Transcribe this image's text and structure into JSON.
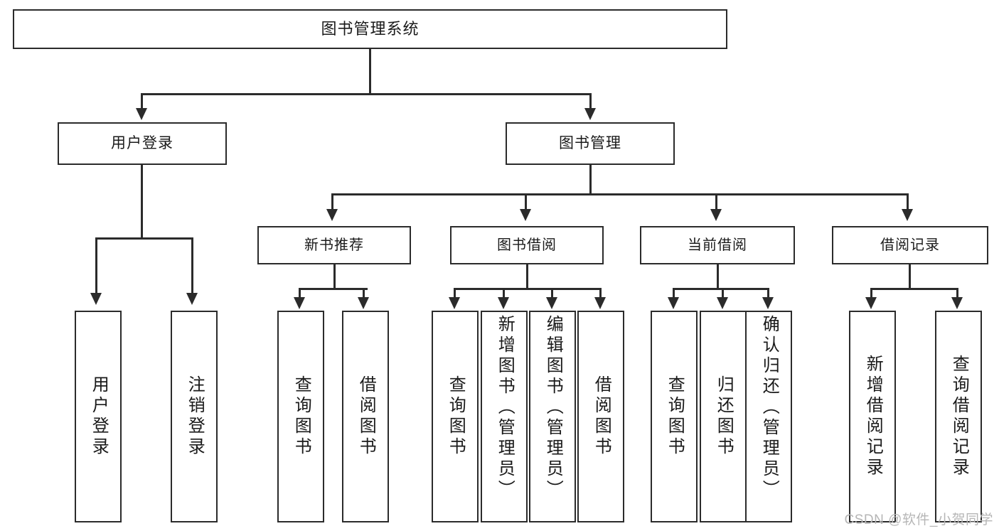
{
  "diagram": {
    "title": "图书管理系统",
    "type": "tree",
    "root": {
      "id": "root",
      "label": "图书管理系统"
    },
    "level2": [
      {
        "id": "user-login",
        "label": "用户登录"
      },
      {
        "id": "book-manage",
        "label": "图书管理"
      }
    ],
    "level3": [
      {
        "id": "new-book-recommend",
        "label": "新书推荐"
      },
      {
        "id": "book-borrow",
        "label": "图书借阅"
      },
      {
        "id": "current-borrow",
        "label": "当前借阅"
      },
      {
        "id": "borrow-record",
        "label": "借阅记录"
      }
    ],
    "leaves": {
      "user_login": [
        {
          "id": "leaf-user-login",
          "label": "用户登录"
        },
        {
          "id": "leaf-logout",
          "label": "注销登录"
        }
      ],
      "new_book_recommend": [
        {
          "id": "leaf-query-book-1",
          "label": "查询图书"
        },
        {
          "id": "leaf-borrow-book-1",
          "label": "借阅图书"
        }
      ],
      "book_borrow": [
        {
          "id": "leaf-query-book-2",
          "label": "查询图书"
        },
        {
          "id": "leaf-add-book",
          "label": "新增图书（管理员）"
        },
        {
          "id": "leaf-edit-book",
          "label": "编辑图书（管理员）"
        },
        {
          "id": "leaf-borrow-book-2",
          "label": "借阅图书"
        }
      ],
      "current_borrow": [
        {
          "id": "leaf-query-book-3",
          "label": "查询图书"
        },
        {
          "id": "leaf-return-book",
          "label": "归还图书"
        },
        {
          "id": "leaf-confirm-return",
          "label": "确认归还（管理员）"
        }
      ],
      "borrow_record": [
        {
          "id": "leaf-add-record",
          "label": "新增借阅记录"
        },
        {
          "id": "leaf-query-record",
          "label": "查询借阅记录"
        }
      ]
    }
  },
  "watermark": {
    "text": "CSDN @软件_小贺同学"
  },
  "colors": {
    "stroke": "#2b2b2b",
    "background": "#ffffff",
    "text": "#1a1a1a",
    "watermark": "#b6b6b6"
  }
}
